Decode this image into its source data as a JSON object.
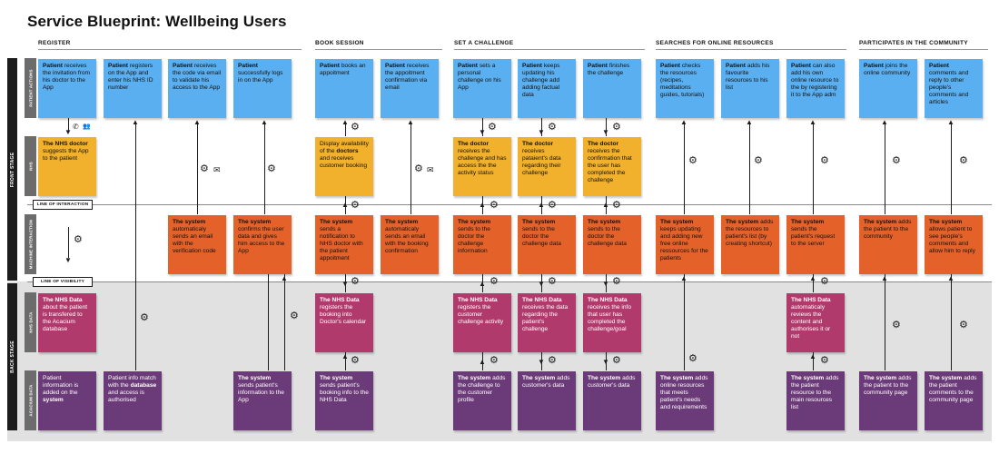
{
  "title": "Service Blueprint: Wellbeing Users",
  "phases": [
    {
      "label": "REGISTER"
    },
    {
      "label": "BOOK SESSION"
    },
    {
      "label": "SET A CHALLENGE"
    },
    {
      "label": "SEARCHES FOR ONLINE RESOURCES"
    },
    {
      "label": "PARTICIPATES IN THE COMMUNITY"
    }
  ],
  "stages": {
    "front": "FRONT STAGE",
    "back": "BACK STAGE"
  },
  "lanes": {
    "patient": "PATIENT ACTIONS",
    "nhs": "NHS",
    "machine": "MACHINE INTERACTION",
    "nhsdata": "NHS DATA",
    "acacium": "ACACIUM DATA"
  },
  "lines": {
    "interaction": "LINE OF INTERACTION",
    "visibility": "LINE OF VISIBILITY"
  },
  "colors": {
    "patient_actions": "#5aaff0",
    "nhs": "#f1b12c",
    "machine": "#e4622a",
    "nhs_data": "#b13a6d",
    "acacium_data": "#6b3a78",
    "backstage_bg": "#e1e1e1"
  },
  "icons": {
    "gear": "⚙",
    "phone": "✆",
    "users": "👥",
    "mail": "✉"
  },
  "notes": {
    "patient": [
      {
        "bold": "Patient",
        "text": " receives the invitation from his doctor to the App"
      },
      {
        "bold": "Patient",
        "text": " registers on the App and enter his NHS ID number"
      },
      {
        "bold": "Patient",
        "text": " receives the code via email to validate his access to the App"
      },
      {
        "bold": "Patient",
        "text": " successfully logs in on the App"
      },
      {
        "bold": "Patient",
        "text": " books an appoitment"
      },
      {
        "bold": "Patient",
        "text": " receives the appoitment confirmation via email"
      },
      {
        "bold": "Patient",
        "text": " sets a personal challenge on his App"
      },
      {
        "bold": "Patient",
        "text": " keeps updating his challenge add adding factual data"
      },
      {
        "bold": "Patient",
        "text": " finishes the challenge"
      },
      {
        "bold": "Patient",
        "text": " checks the resources (recipes, meditations guides, tutorials)"
      },
      {
        "bold": "Patient",
        "text": " adds his favourite resources to his list"
      },
      {
        "bold": "Patient",
        "text": " can also add his own online resource to the by registering it to the App adm"
      },
      {
        "bold": "Patient",
        "text": " joins the online community"
      },
      {
        "bold": "Patient",
        "text": " comments and reply to other people's comments and articles"
      }
    ],
    "nhs": [
      {
        "bold": "The NHS doctor",
        "text": " suggests the App to the patient"
      },
      {
        "pre": "Display availability of the ",
        "bold": "doctors",
        "text": " and receives customer booking"
      },
      {
        "bold": "The doctor",
        "text": " receives the challenge and has access the the activity status"
      },
      {
        "bold": "The doctor",
        "text": " receives pataient's data regarding their challenge"
      },
      {
        "bold": "The doctor",
        "text": " receives the confirmation that the user has completed the challenge"
      }
    ],
    "machine": [
      {
        "bold": "The system",
        "text": " automaticaly sends an email with the verification code"
      },
      {
        "bold": "The system",
        "text": " confirms the user data and gives him access to the App"
      },
      {
        "bold": "The system",
        "text": " sends a notification to NHS doctor with the patient appoitment"
      },
      {
        "bold": "The system",
        "text": " automaticaly sends an email with the booking confirmation"
      },
      {
        "bold": "The system",
        "text": " sends to the doctor the challenge information"
      },
      {
        "bold": "The system",
        "text": " sends to the doctor the challenge data"
      },
      {
        "bold": "The system",
        "text": " sends to the doctor the challenge data"
      },
      {
        "bold": "The system",
        "text": " keeps updating and adding new free online ressources for the patients"
      },
      {
        "bold": "The system",
        "text": " adds the resources to patient's list (by creating shortcut)"
      },
      {
        "bold": "The system",
        "text": " sends the patient's request to the server"
      },
      {
        "bold": "The system",
        "text": " adds the patient to the community"
      },
      {
        "bold": "The system",
        "text": " allows patient to see people's comments and allow him to reply"
      }
    ],
    "nhsdata": [
      {
        "bold": "The NHS Data",
        "text": " about the patient is transfered to the Acacium database"
      },
      {
        "bold": "The NHS Data",
        "text": " registers the booking into Doctor's calendar"
      },
      {
        "bold": "The NHS Data",
        "text": " registers the customer challenge activity"
      },
      {
        "bold": "The NHS Data",
        "text": " receives the data regarding the patient's challenge"
      },
      {
        "bold": "The NHS Data",
        "text": " receives the info that user has completed the challenge/goal"
      },
      {
        "bold": "The NHS Data",
        "text": " automaticaly reviews the content and authorises it or not"
      }
    ],
    "acacium": [
      {
        "pre": "Patient information is added on the ",
        "bold": "system",
        "text": ""
      },
      {
        "pre": "Patient info match with the ",
        "bold": "database",
        "text": " and access is authorised"
      },
      {
        "bold": "The system",
        "text": " sends patient's information to the App"
      },
      {
        "bold": "The system",
        "text": " sends patient's booking info to the NHS Data"
      },
      {
        "bold": "The system",
        "text": " adds the challenge to the customer profile"
      },
      {
        "bold": "The system",
        "text": " adds customer's data"
      },
      {
        "bold": "The system",
        "text": " adds customer's data"
      },
      {
        "bold": "The system",
        "text": " adds online resources that meets patient's needs and requirements"
      },
      {
        "bold": "The system",
        "text": " adds the patient resource to the main resources list"
      },
      {
        "bold": "The system",
        "text": " adds the patient to the community page"
      },
      {
        "bold": "The system",
        "text": " adds the patient comments to the community page"
      }
    ]
  }
}
